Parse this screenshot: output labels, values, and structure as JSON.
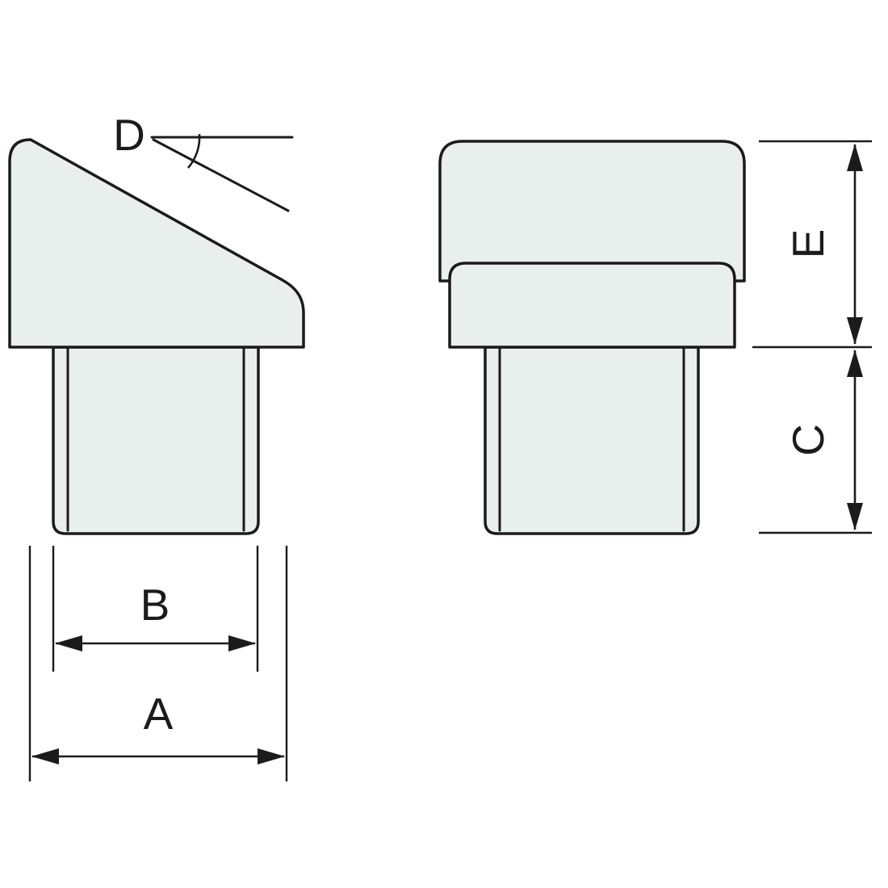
{
  "diagram": {
    "labels": {
      "angle": "D",
      "inner_width": "B",
      "outer_width": "A",
      "upper_height": "E",
      "lower_height": "C"
    },
    "colors": {
      "background": "#ffffff",
      "part_fill": "#e9efec",
      "line": "#1b1b1b"
    }
  }
}
